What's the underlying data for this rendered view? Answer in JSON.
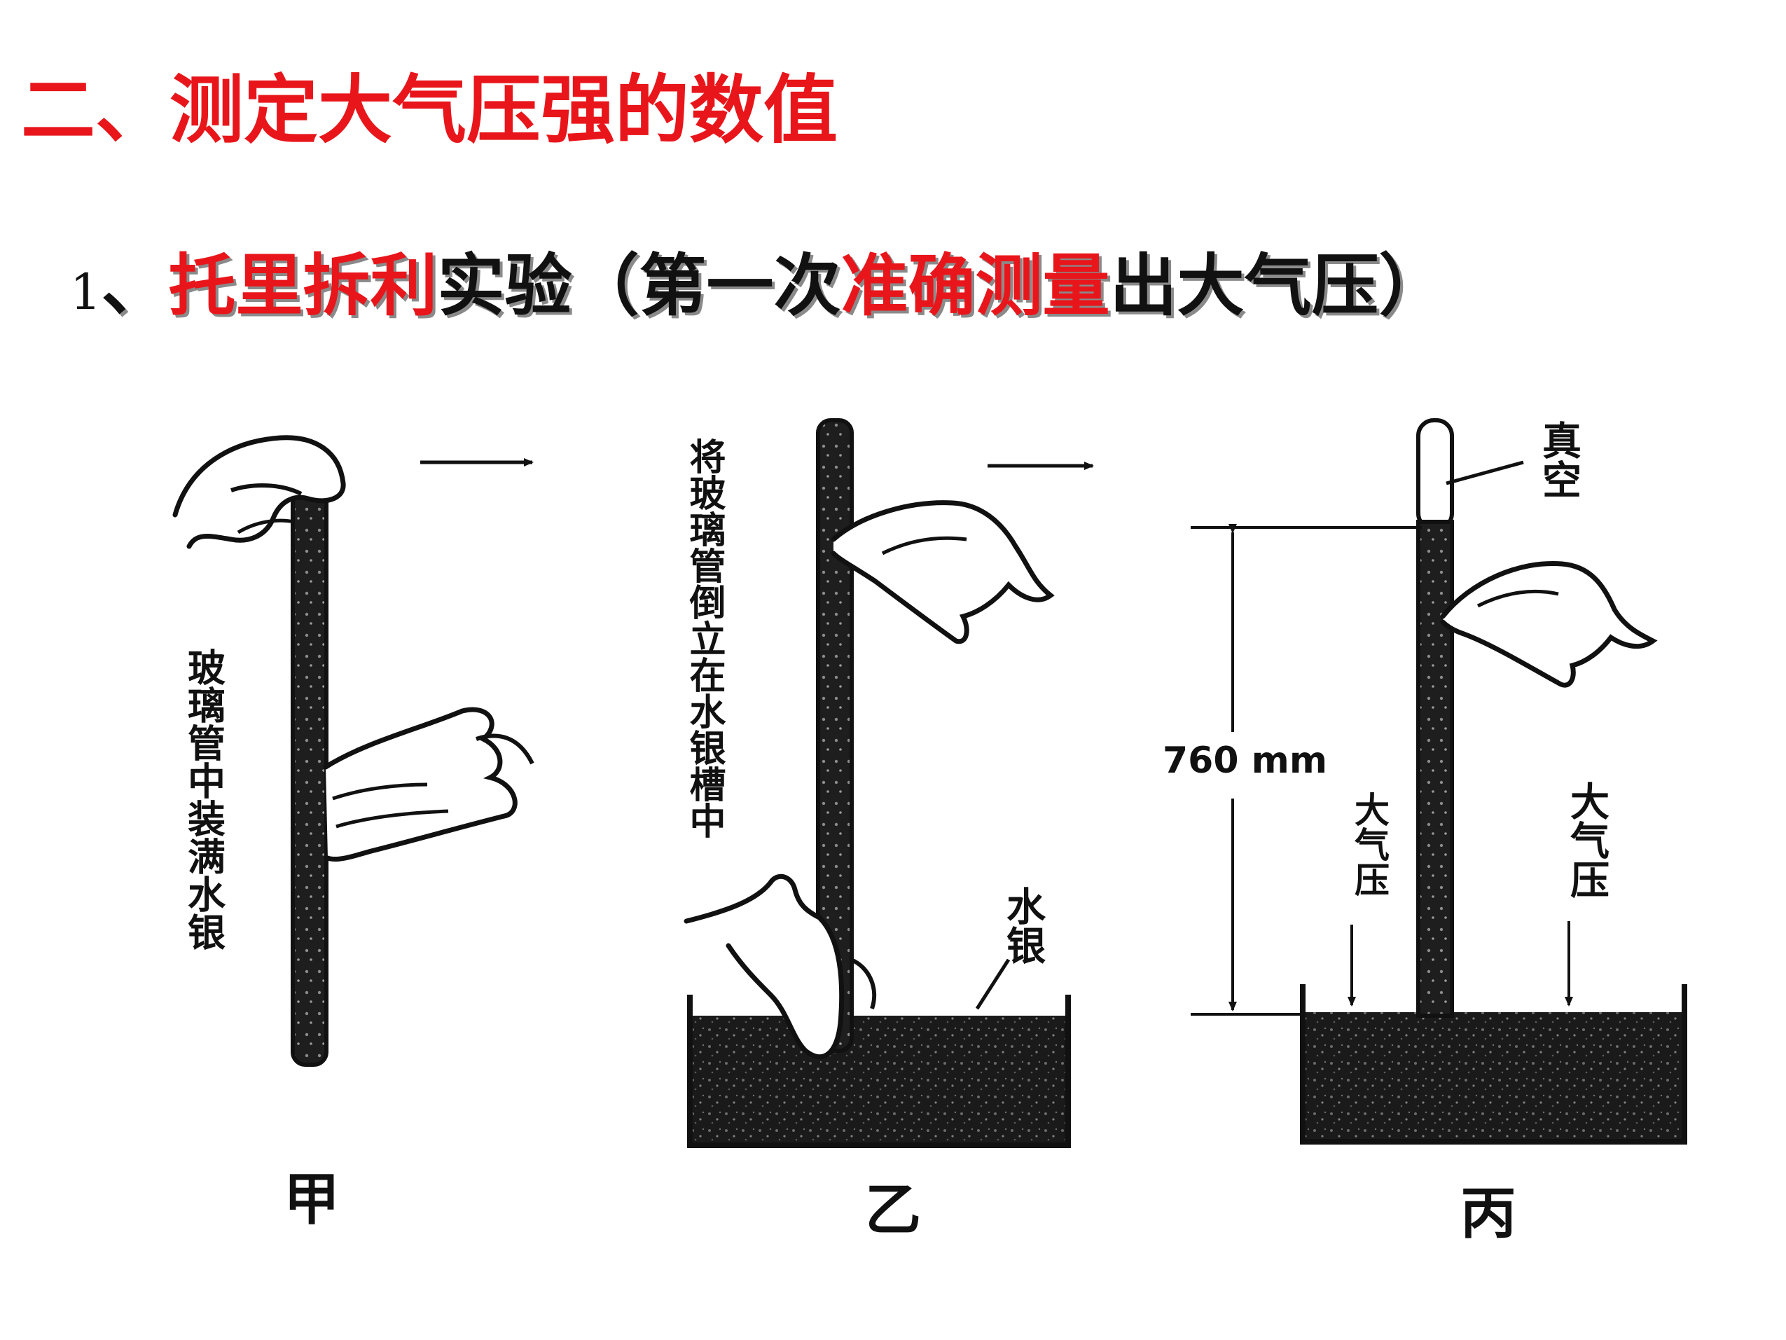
{
  "title": "二、测定大气压强的数值",
  "subtitle": {
    "number": "1",
    "separator": "、",
    "name": "托里拆利",
    "experiment": "实验（第一次",
    "emphasis": "准确测量",
    "rest": "出大气压）"
  },
  "panels": [
    {
      "id": "jia",
      "caption": "甲",
      "vertical_label": "玻璃管中装满水银"
    },
    {
      "id": "yi",
      "caption": "乙",
      "vertical_label": "将玻璃管倒立在水银槽中",
      "mercury_label": "水银"
    },
    {
      "id": "bing",
      "caption": "丙",
      "vacuum_label": "真空",
      "height_label": "760 mm",
      "pressure_left": "大气压",
      "pressure_right": "大气压"
    }
  ],
  "colors": {
    "title_red": "#e8161b",
    "ink": "#111111"
  }
}
